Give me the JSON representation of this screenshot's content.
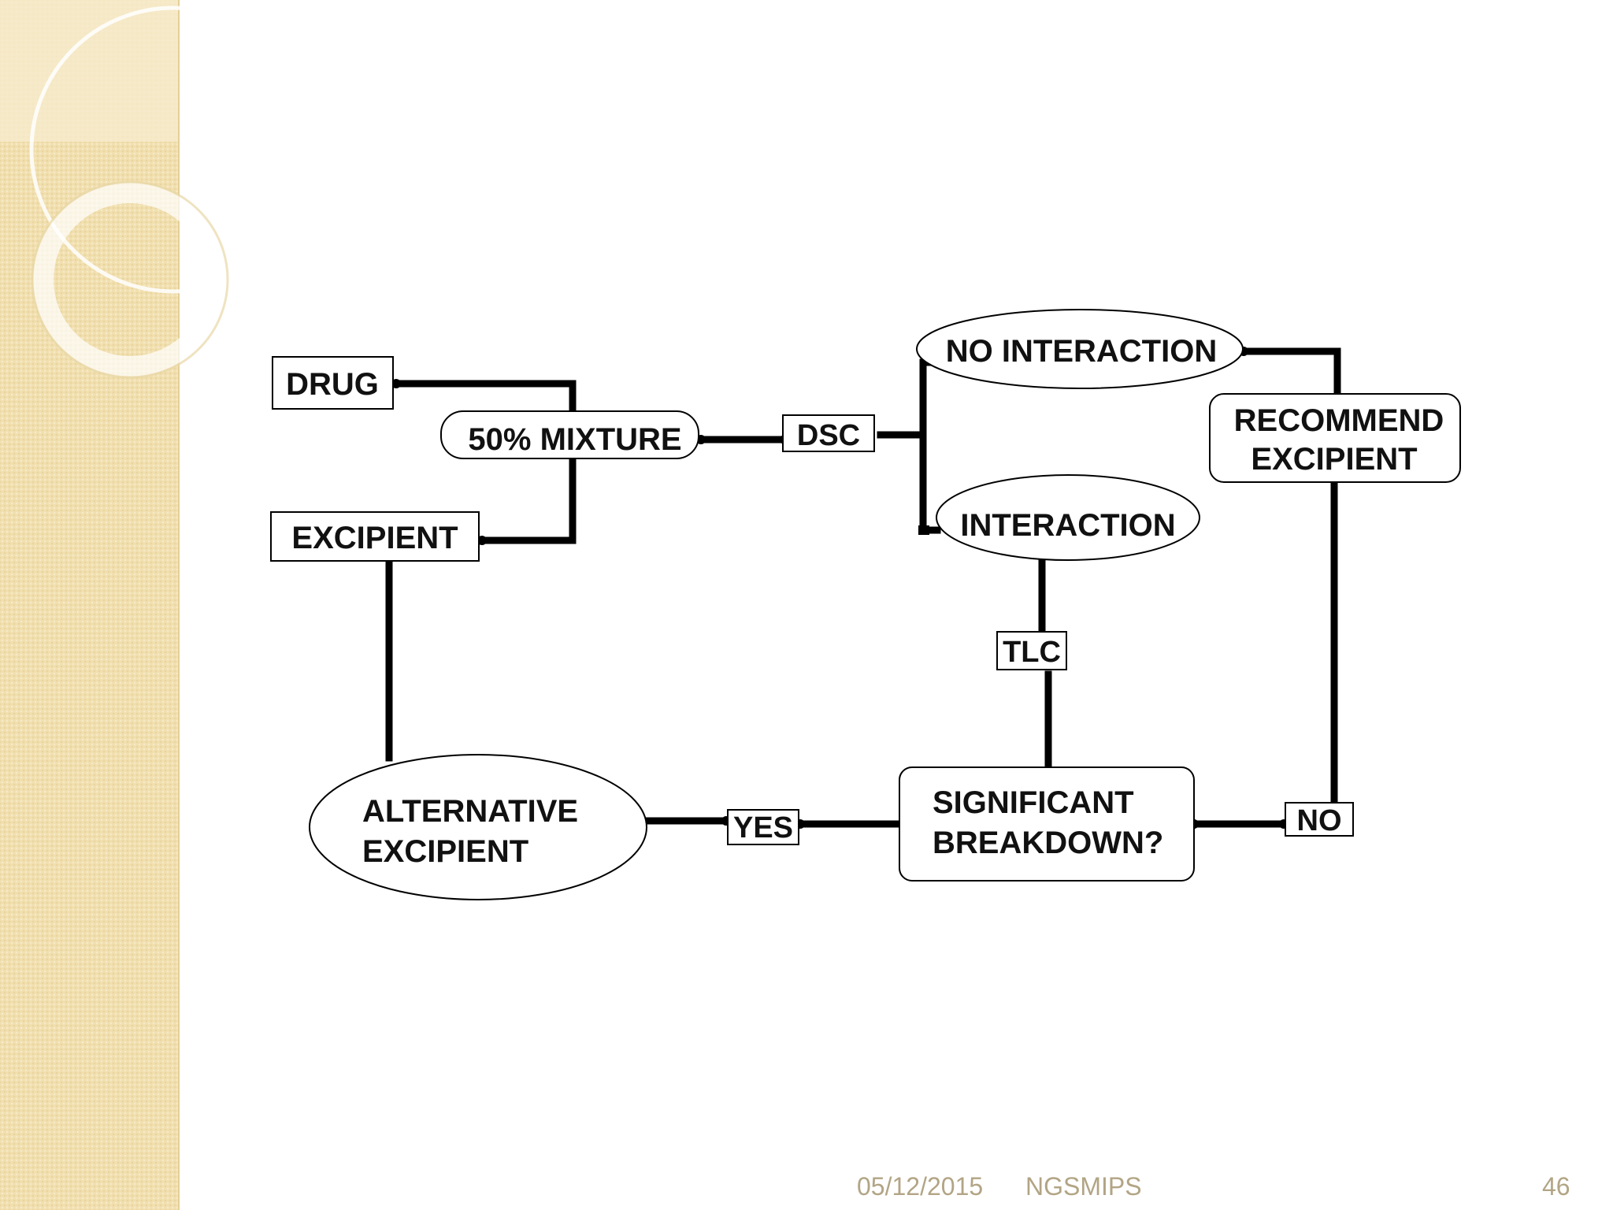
{
  "diagram": {
    "nodes": {
      "drug": "DRUG",
      "excipient": "EXCIPIENT",
      "mixture": "50% MIXTURE",
      "dsc": "DSC",
      "no_interaction": "NO INTERACTION",
      "interaction": "INTERACTION",
      "recommend_line1": "RECOMMEND",
      "recommend_line2": "EXCIPIENT",
      "tlc": "TLC",
      "significant_line1": "SIGNIFICANT",
      "significant_line2": "BREAKDOWN?",
      "alternative_line1": "ALTERNATIVE",
      "alternative_line2": "EXCIPIENT",
      "yes": "YES",
      "no": "NO"
    }
  },
  "footer": {
    "date": "05/12/2015",
    "org": "NGSMIPS",
    "page_number": "46"
  },
  "colors": {
    "side_band": "#f1dfae",
    "footer_text": "#b2a585",
    "connector": "#000000"
  }
}
